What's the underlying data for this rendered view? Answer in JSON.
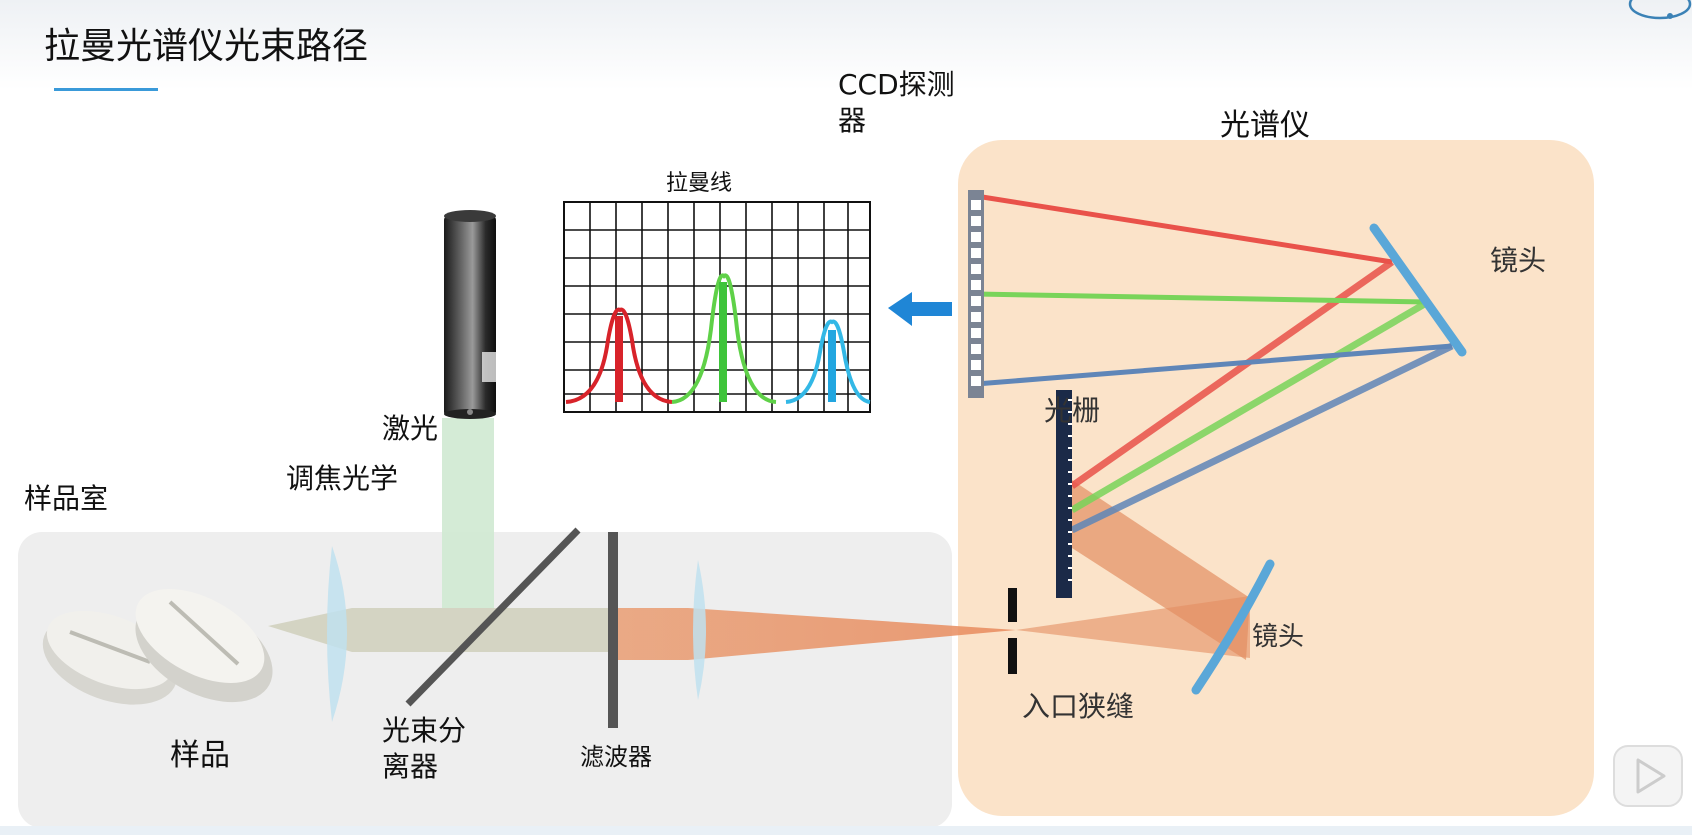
{
  "title": "拉曼光谱仪光束路径",
  "labels": {
    "ccd_line1": "CCD探测",
    "ccd_line2": "器",
    "spectrometer": "光谱仪",
    "raman_lines": "拉曼线",
    "lens_top": "镜头",
    "grating": "光栅",
    "laser": "激光",
    "focusing_optics": "调焦光学",
    "sample_chamber": "样品室",
    "sample": "样品",
    "beam_splitter_line1": "光束分",
    "beam_splitter_line2": "离器",
    "filter": "滤波器",
    "lens_bottom": "镜头",
    "entrance_slit": "入口狭缝"
  },
  "colors": {
    "accent": "#3a9ad9",
    "spectrometer_bg": "#fbe3c9",
    "sample_chamber_bg": "#eeeeee",
    "laser_beam": "#cfe9d2",
    "raman_beam": "#e8946a",
    "ray_red": "#e9524a",
    "ray_green": "#79d45a",
    "ray_blue": "#5f86b8",
    "mirror": "#5aa7d8"
  },
  "icons": {
    "arrow": "arrow-left-icon",
    "play": "play-icon"
  }
}
